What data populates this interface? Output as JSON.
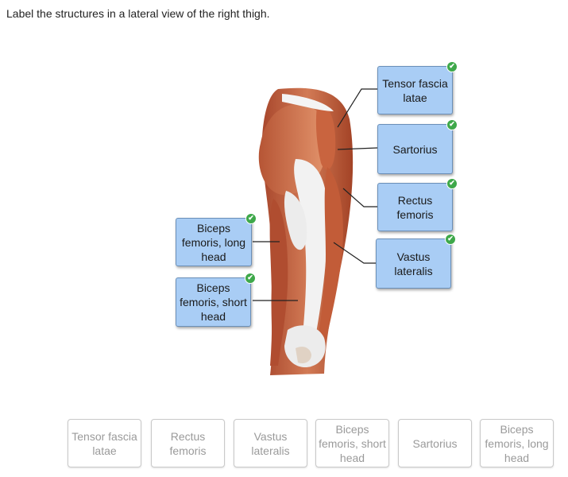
{
  "prompt": "Label the structures in a lateral view of the right thigh.",
  "placed_labels": {
    "tensor": "Tensor fascia latae",
    "sartorius": "Sartorius",
    "rectus": "Rectus femoris",
    "vastus": "Vastus lateralis",
    "biceps_long": "Biceps femoris, long head",
    "biceps_short": "Biceps femoris, short head"
  },
  "status_icon": "check-icon",
  "word_bank": [
    "Tensor fascia latae",
    "Rectus femoris",
    "Vastus lateralis",
    "Biceps femoris, short head",
    "Sartorius",
    "Biceps femoris, long head"
  ],
  "colors": {
    "label_fill": "#a9cdf5",
    "label_border": "#6a8fb8",
    "check": "#3ea84a",
    "tile_text": "#9a9a9a"
  }
}
